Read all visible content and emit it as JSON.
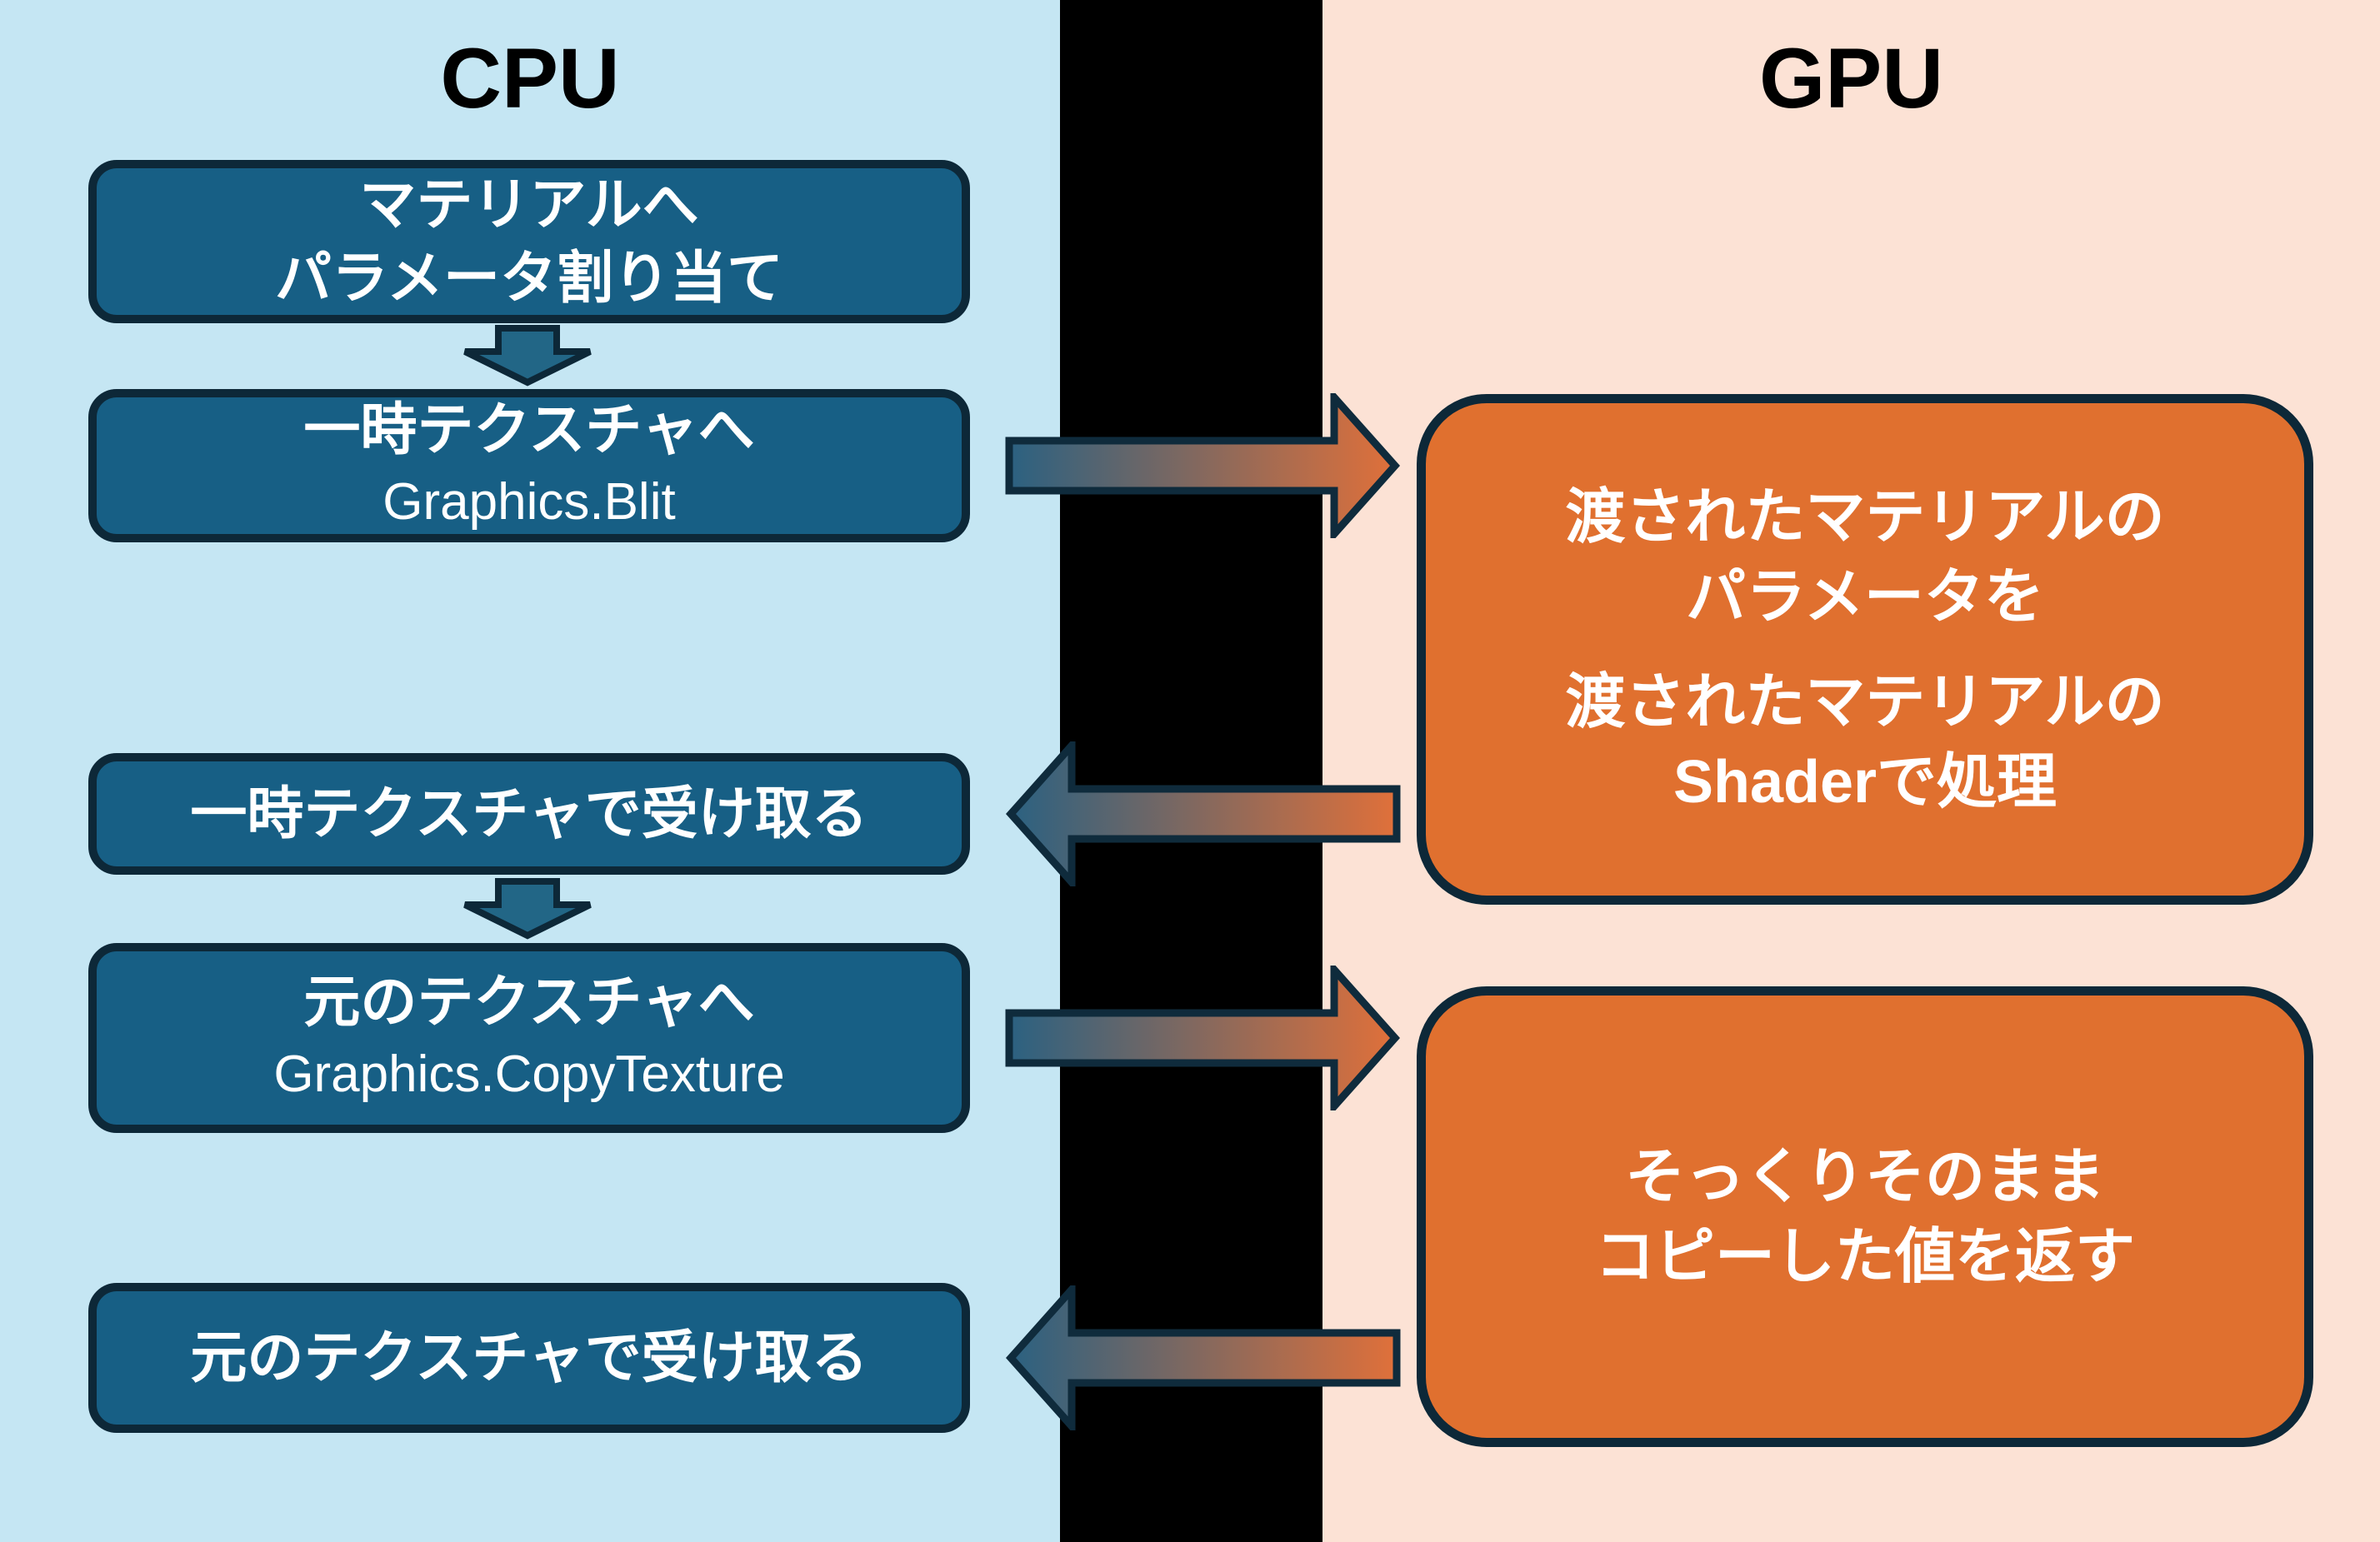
{
  "cpu": {
    "title": "CPU",
    "boxes": [
      {
        "lines": [
          "マテリアルへ",
          "パラメータ割り当て"
        ]
      },
      {
        "lines": [
          "一時テクスチャへ",
          "Graphics.Blit"
        ]
      },
      {
        "lines": [
          "一時テクスチャで受け取る"
        ]
      },
      {
        "lines": [
          "元のテクスチャへ",
          "Graphics.CopyTexture"
        ]
      },
      {
        "lines": [
          "元のテクスチャで受け取る"
        ]
      }
    ]
  },
  "gpu": {
    "title": "GPU",
    "boxes": [
      {
        "lines": [
          "渡されたマテリアルの",
          "パラメータを",
          "渡されたマテリアルの",
          "Shaderで処理"
        ]
      },
      {
        "lines": [
          "そっくりそのまま",
          "コピーした値を返す"
        ]
      }
    ]
  },
  "icons": {
    "down_arrows": [
      "flow from assign-params to blit",
      "flow from temp-texture-receive to copy-texture"
    ],
    "right_arrows": [
      "Graphics.Blit to GPU shader box",
      "Graphics.CopyTexture to GPU copy box"
    ],
    "left_arrows": [
      "GPU shader box to temp-texture-receive",
      "GPU copy box to original-texture-receive"
    ]
  },
  "colors": {
    "cpu_panel_bg": "#c5e6f3",
    "gpu_panel_bg": "#fce2d5",
    "divider": "#000000",
    "cpu_box_fill": "#175f85",
    "gpu_box_fill": "#e0702f",
    "box_border": "#0d2838",
    "down_arrow_fill": "#226686",
    "arrow_gradient_start": "#2b6181",
    "arrow_gradient_end": "#e0703a",
    "text_on_box": "#ffffff",
    "title_text": "#000000"
  }
}
